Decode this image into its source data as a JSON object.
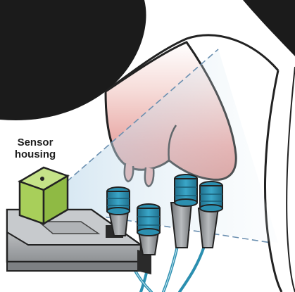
{
  "callout": {
    "line1": "Sensor",
    "line2": "housing"
  },
  "icons": [
    "cow-illustration",
    "udder",
    "sensor-housing-box",
    "teat-cup",
    "milk-tube",
    "scan-beam"
  ],
  "colors": {
    "cow_black": "#1b1b1b",
    "udder_pink": "#e8a7a4",
    "sensor_green": "#a8cf5a",
    "cup_teal": "#2b8fb0",
    "cup_gray": "#8c8f92",
    "beam_blue": "#cfe3ef",
    "dash_blue": "#6a8fb0",
    "platform_gray": "#b9bcbf"
  }
}
